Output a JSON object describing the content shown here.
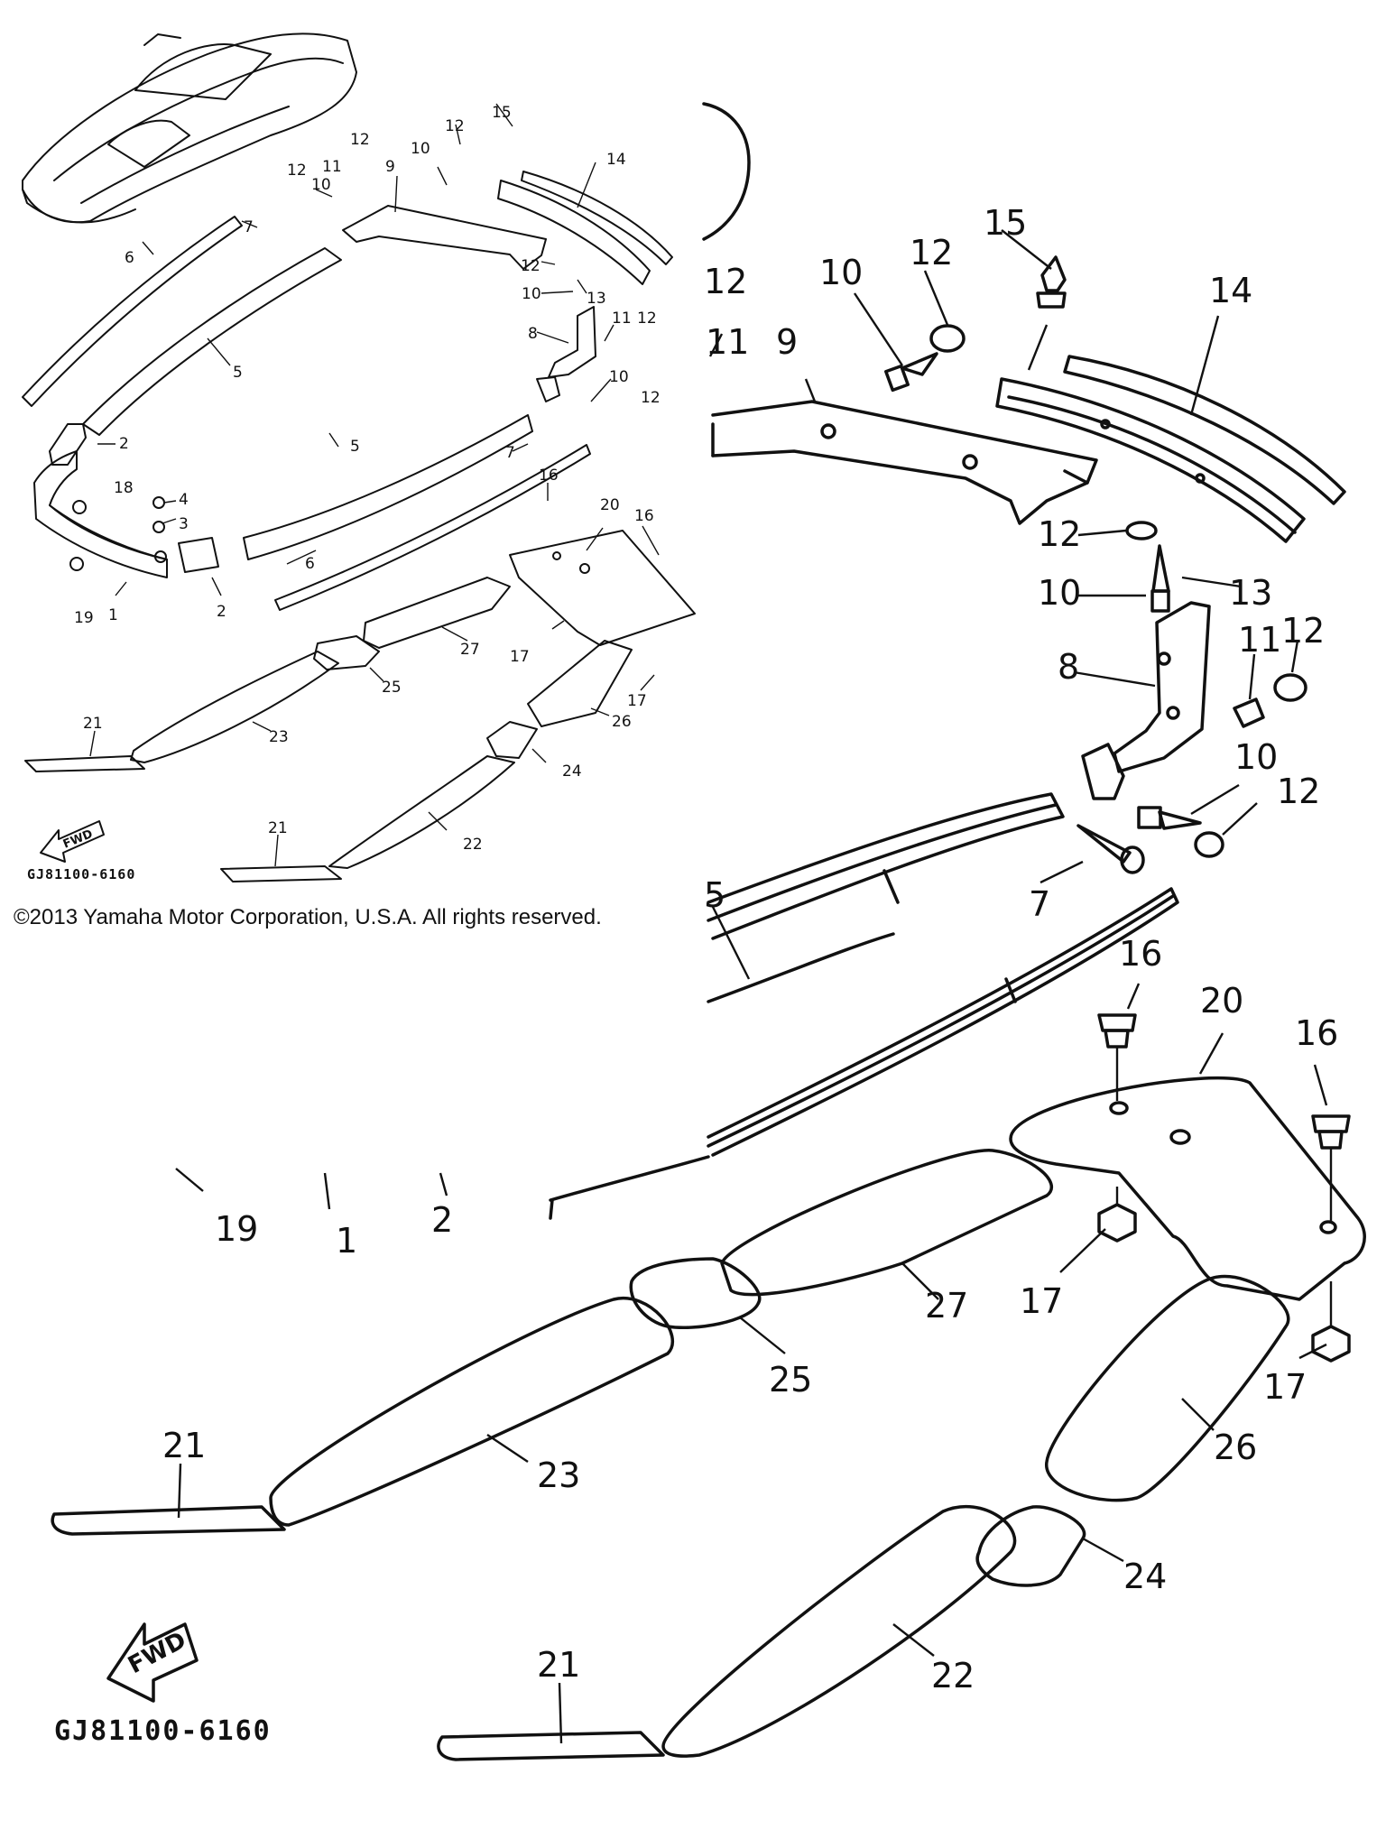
{
  "diagram": {
    "copyright": "©2013 Yamaha Motor Corporation, U.S.A. All rights reserved.",
    "drawing_code": "GJ81100-6160",
    "fwd_label": "FWD",
    "callouts": {
      "p1": "1",
      "p2": "2",
      "p3": "3",
      "p4": "4",
      "p5": "5",
      "p6": "6",
      "p7": "7",
      "p8": "8",
      "p9": "9",
      "p10": "10",
      "p11": "11",
      "p12": "12",
      "p13": "13",
      "p14": "14",
      "p15": "15",
      "p16": "16",
      "p17": "17",
      "p18": "18",
      "p19": "19",
      "p20": "20",
      "p21": "21",
      "p22": "22",
      "p23": "23",
      "p24": "24",
      "p25": "25",
      "p26": "26",
      "p27": "27"
    }
  }
}
